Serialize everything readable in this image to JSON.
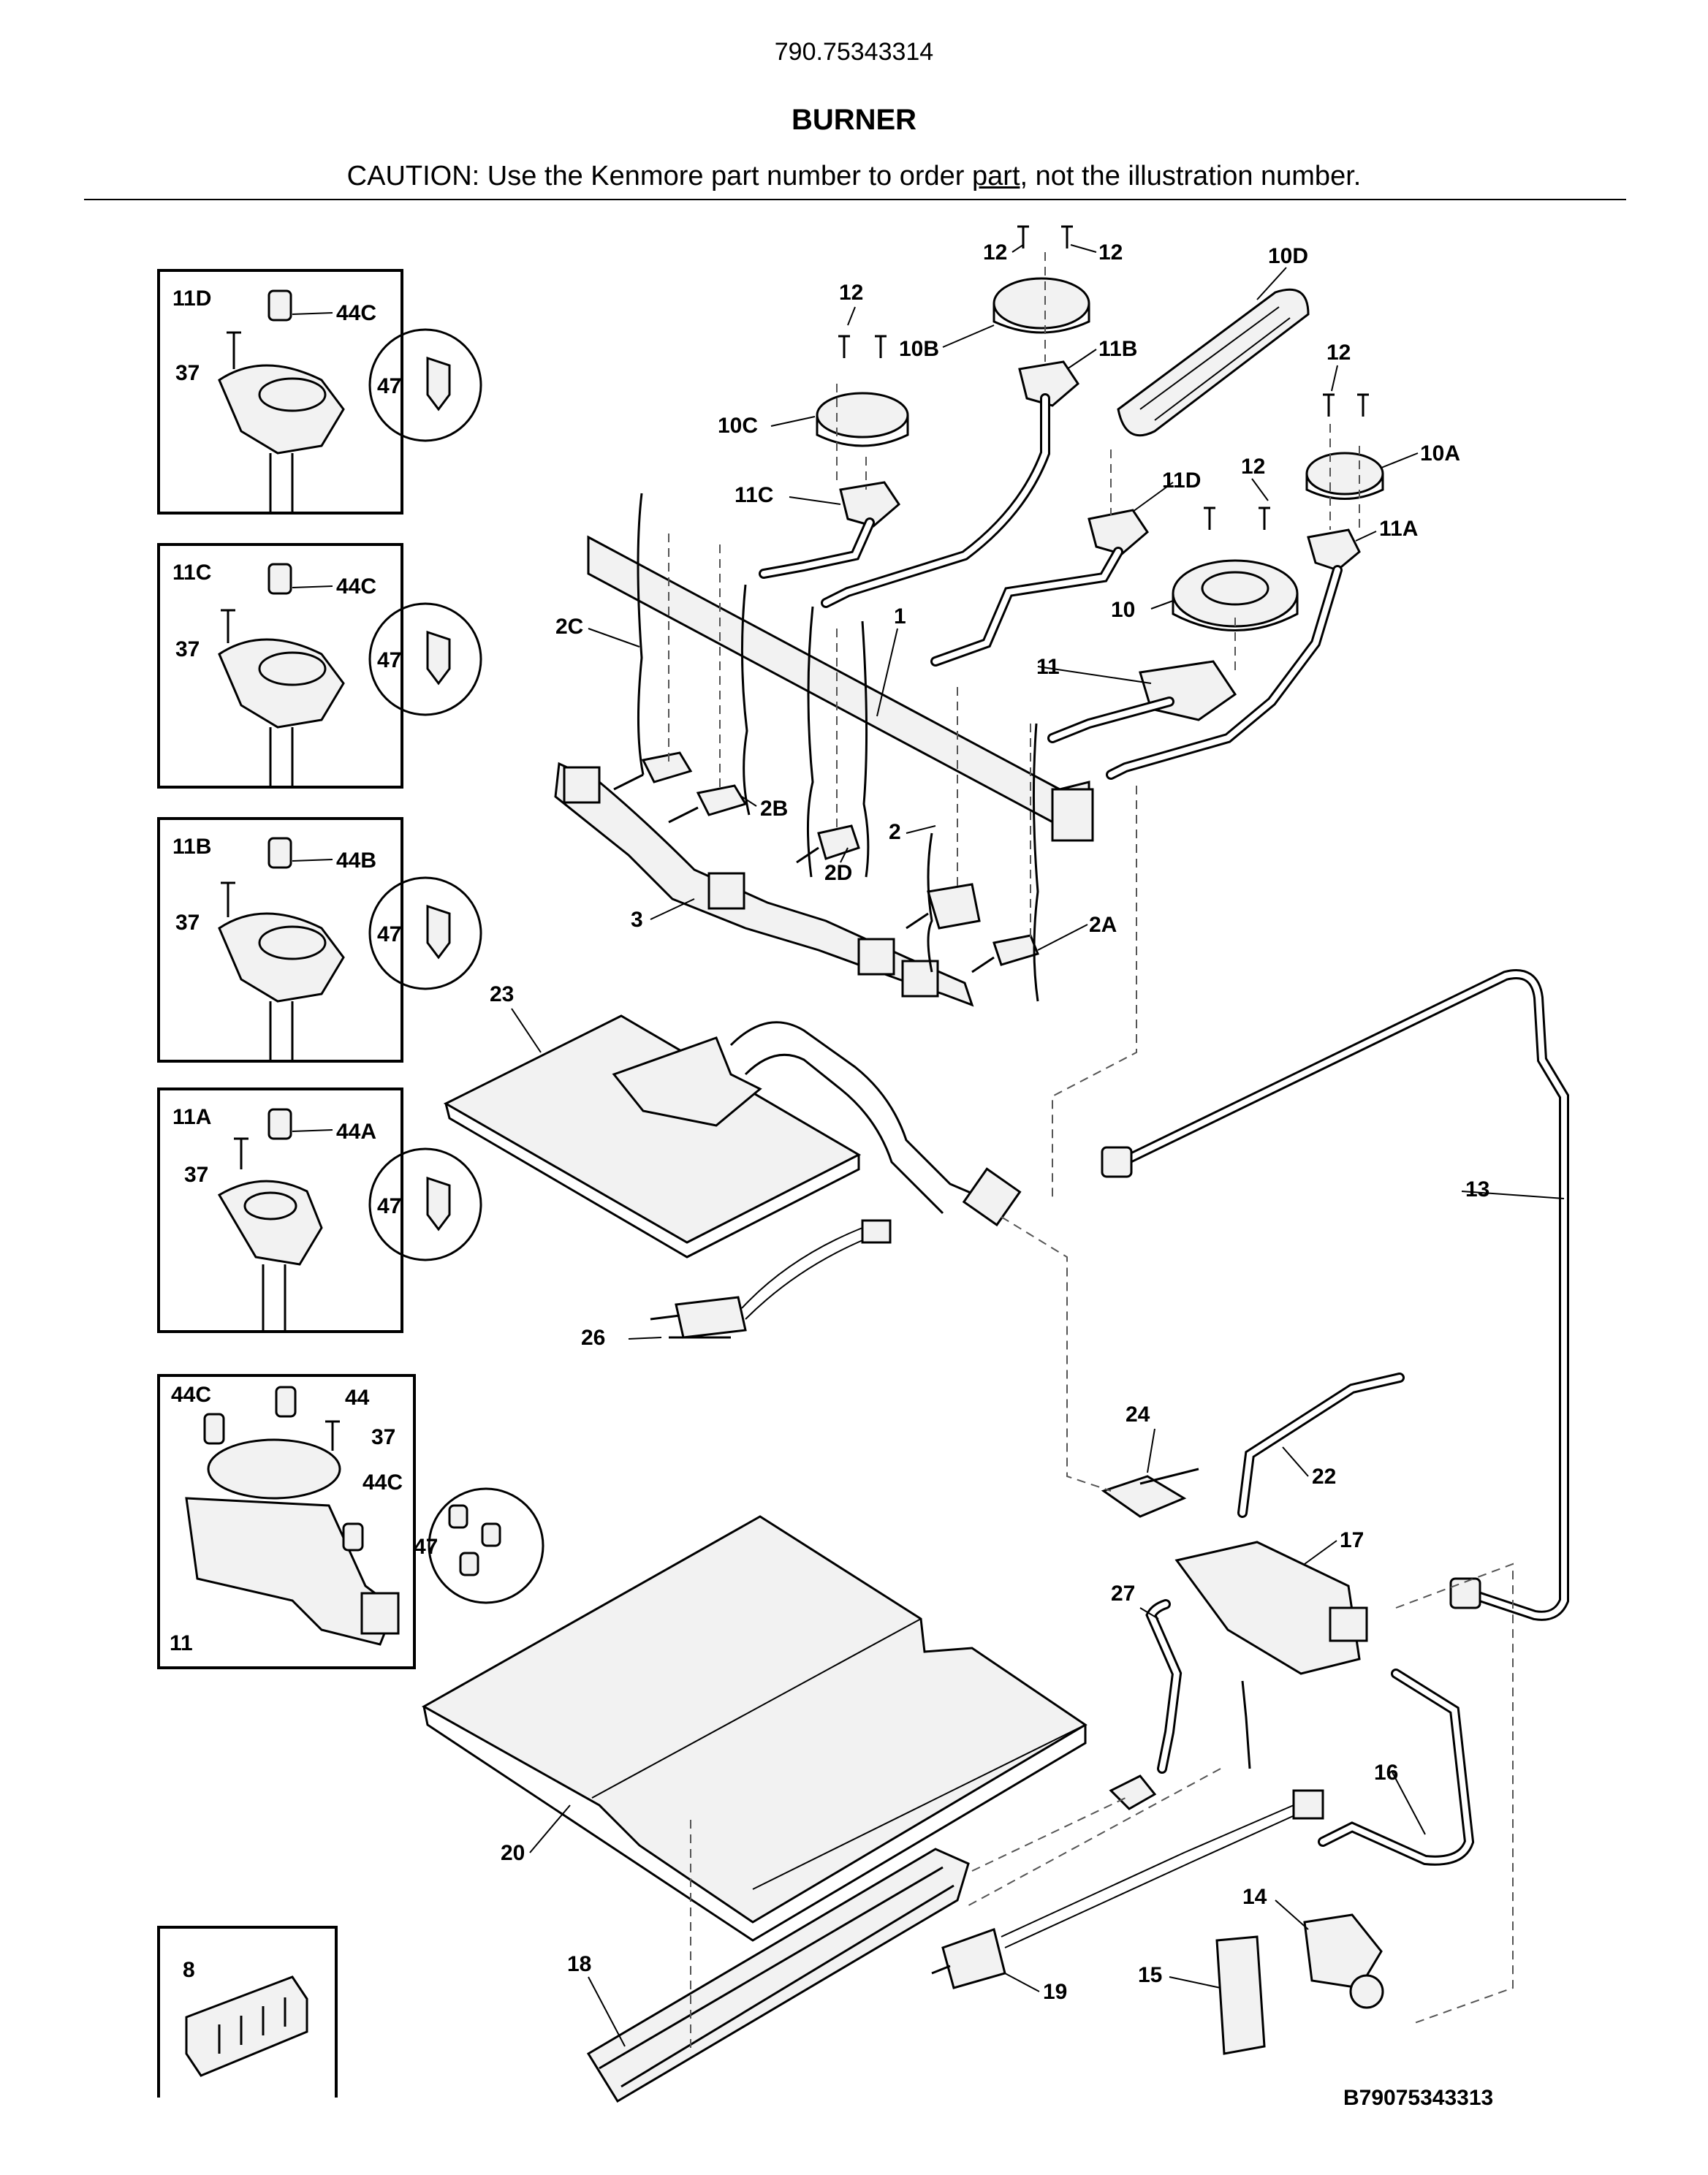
{
  "header": {
    "model_number": "790.75343314",
    "title": "BURNER",
    "caution_prefix": "CAUTION: Use the Kenmore part number to order ",
    "caution_link": "part",
    "caution_suffix": ", not the illustration number."
  },
  "diagram_id": "B79075343313",
  "callouts": {
    "c12a": "12",
    "c12b": "12",
    "c10d": "10D",
    "c12c": "12",
    "c10b": "10B",
    "c11b": "11B",
    "c12d": "12",
    "c10c": "10C",
    "c10a": "10A",
    "c12e": "12",
    "c11d": "11D",
    "c11c": "11C",
    "c11a": "11A",
    "c10": "10",
    "c2c": "2C",
    "c1": "1",
    "c11": "11",
    "c2b": "2B",
    "c2": "2",
    "c2d": "2D",
    "c3": "3",
    "c2a": "2A",
    "c23": "23",
    "c13": "13",
    "c26": "26",
    "c24": "24",
    "c22": "22",
    "c17": "17",
    "c27": "27",
    "c16": "16",
    "c20": "20",
    "c14": "14",
    "c18": "18",
    "c19": "19",
    "c15": "15"
  },
  "insets": {
    "inset_11d": {
      "title": "11D",
      "screw": "37",
      "orifice": "44C",
      "circle": "47"
    },
    "inset_11c": {
      "title": "11C",
      "screw": "37",
      "orifice": "44C",
      "circle": "47"
    },
    "inset_11b": {
      "title": "11B",
      "screw": "37",
      "orifice": "44B",
      "circle": "47"
    },
    "inset_11a": {
      "title": "11A",
      "screw": "37",
      "orifice": "44A",
      "circle": "47"
    },
    "inset_11": {
      "title": "11",
      "orifice_left": "44C",
      "orifice_top": "44",
      "screw": "37",
      "orifice_right": "44C",
      "circle": "47"
    },
    "inset_8": {
      "title": "8"
    }
  }
}
